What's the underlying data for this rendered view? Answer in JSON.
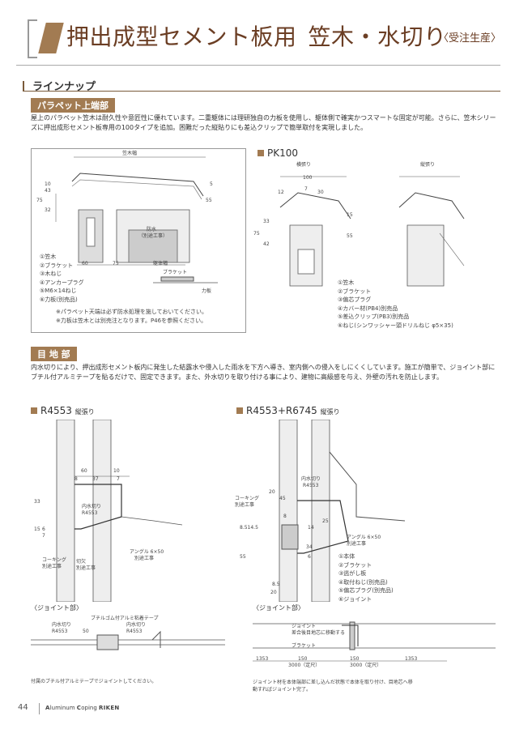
{
  "header": {
    "title_a": "押出成型セメント板用",
    "title_b": "笠木・水切り",
    "order": "〈受注生産〉"
  },
  "lineup": {
    "title": "ラインナップ"
  },
  "parapet": {
    "tag": "パラペット上端部",
    "desc": "屋上のパラペット笠木は耐久性や意匠性に優れています。二重躯体には理研独自の力板を使用し、躯体側で確実かつスマートな固定が可能。さらに、笠木シリーズに押出成形セメント板専用の100タイプを追加。困難だった縦貼りにも差込クリップで簡単取付を実現しました。",
    "diagram": {
      "kasagi_width": "笠木幅",
      "d75": "75",
      "d43": "43",
      "d10": "10",
      "d32": "32",
      "d55": "55",
      "d5": "5",
      "bousui": "防水",
      "bousui_note": "（別途工事）",
      "d60": "60",
      "d75b": "75",
      "kutai": "躯体幅",
      "bracket": "ブラケット",
      "rikiban": "力板",
      "parts": [
        "①笠木",
        "②ブラケット",
        "③木ねじ",
        "④アンカープラグ",
        "⑤M6×14ねじ",
        "⑥力板(別売品)"
      ],
      "notes": [
        "※パラペット天端は必ず防水処理を施しておいてください。",
        "※力板は笠木とは別売注となります。P46を参照ください。"
      ]
    },
    "pk100": {
      "title": "PK100",
      "yoko": "横張り",
      "tate": "縦張り",
      "d100": "100",
      "d7": "7",
      "d30": "30",
      "d12": "12",
      "d33": "33",
      "d42": "42",
      "d75": "75",
      "d55": "55",
      "d15": "15",
      "parts": [
        "①笠木",
        "②ブラケット",
        "③偏芯プラグ",
        "④カバー材(PB4)別売品",
        "⑤差込クリップ(PB3)別売品",
        "⑥ねじ(シンワッシャー頭ドリルねじ φ5×35)"
      ]
    }
  },
  "joint": {
    "tag": "目 地 部",
    "desc": "内水切りにより、押出成形セメント板内に発生した結露水や侵入した雨水を下方へ導き、室内側への侵入をしにくくしています。施工が簡単で、ジョイント部にブチル付アルミテープを貼るだけで、固定できます。また、外水切りを取り付ける事により、建物に高級感を与え、外壁の汚れを防止します。",
    "r4553": {
      "title": "R4553",
      "sub": "縦張り",
      "d60": "60",
      "d8": "8",
      "d37": "37",
      "d10": "10",
      "d7": "7",
      "d33": "33",
      "d15": "15",
      "d6": "6",
      "d7b": "7",
      "uchimizu": "内水切り",
      "model": "R4553",
      "angle": "アングル 6×50",
      "angle_note": "別途工事",
      "caulk": "コーキング",
      "caulk_note": "別途工事",
      "cut": "切欠",
      "cut_note": "別途工事"
    },
    "r6745": {
      "title": "R4553+R6745",
      "sub": "縦張り",
      "d20": "20",
      "d45": "45",
      "d8": "8",
      "d14": "14",
      "d25": "25",
      "d51": "8.514.5",
      "d55": "55",
      "d34": "34",
      "d6": "6",
      "d85": "8.5",
      "d20b": "20",
      "uchimizu": "内水切り",
      "model": "R4553",
      "caulk": "コーキング",
      "caulk_note": "別途工事",
      "angle": "アングル 6×50",
      "angle_note": "別途工事",
      "parts": [
        "①本体",
        "②ブラケット",
        "③逃がし板",
        "④取付ねじ(別売品)",
        "⑤偏芯プラグ(別売品)",
        "⑥ジョイント"
      ]
    },
    "joint_left": {
      "title": "〈ジョイント部〉",
      "tape": "ブチルゴム付アルミ粘着テープ",
      "uchi_l": "内水切り",
      "model_l": "R4553",
      "d50": "50",
      "uchi_r": "内水切り",
      "model_r": "R4553",
      "caption": "付属のブチル付アルミテープでジョイントしてください。"
    },
    "joint_right": {
      "title": "〈ジョイント部〉",
      "note1": "ジョイント",
      "note2": "差合後目地芯に移動する",
      "note3": "ブラケット",
      "d1353": "1353",
      "d150": "150",
      "d3000": "3000（定尺）",
      "d150b": "150",
      "d1353b": "1353",
      "d3000b": "3000（定尺）",
      "caption": "ジョイント材を本体端部に差し込んだ状態で本体を取り付け、目地芯へ移動すればジョイント完了。"
    }
  },
  "footer": {
    "page": "44",
    "brand_a": "A",
    "brand_b": "luminum ",
    "brand_c": "C",
    "brand_d": "oping",
    "brand_logo": "RIKEN"
  },
  "colors": {
    "accent": "#a27b52",
    "title": "#6b3e24"
  }
}
